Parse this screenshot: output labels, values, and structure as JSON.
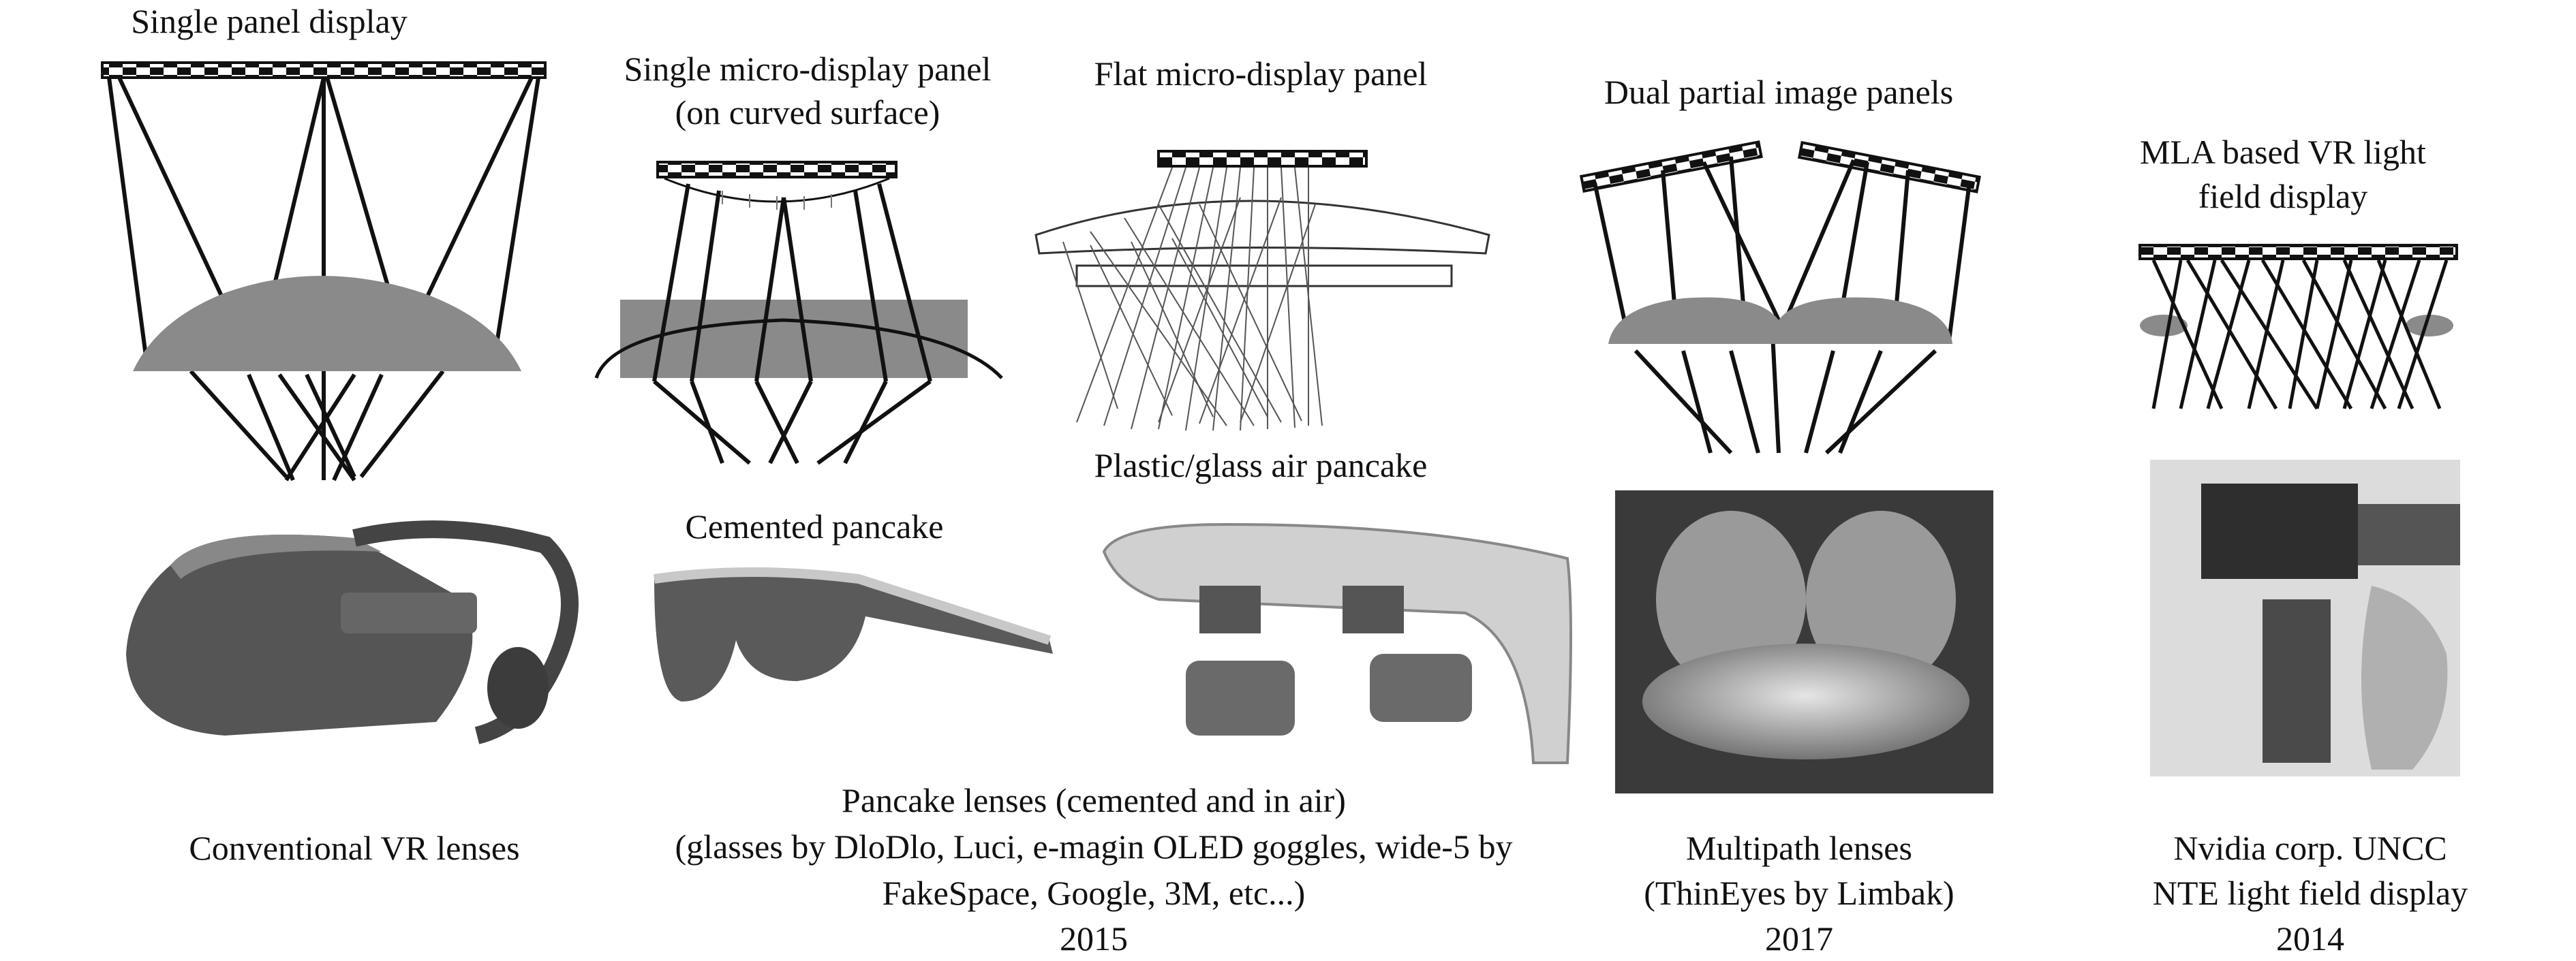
{
  "diagrams": {
    "single_panel": {
      "title": "Single panel display"
    },
    "curved_panel": {
      "title_line1": "Single micro-display panel",
      "title_line2": "(on curved surface)"
    },
    "flat_micro": {
      "title": "Flat micro-display panel"
    },
    "dual_panels": {
      "title": "Dual partial image panels"
    },
    "mla": {
      "title_line1": "MLA based VR light",
      "title_line2": "field display"
    }
  },
  "photos": {
    "cemented_title": "Cemented pancake",
    "air_title": "Plastic/glass air pancake"
  },
  "captions": {
    "conventional": "Conventional VR lenses",
    "pancake_line1": "Pancake lenses (cemented and in air)",
    "pancake_line2": "(glasses by DloDlo, Luci, e-magin OLED goggles, wide-5 by",
    "pancake_line3": "FakeSpace, Google, 3M, etc...)",
    "pancake_year": "2015",
    "multipath_line1": "Multipath lenses",
    "multipath_line2": "(ThinEyes by Limbak)",
    "multipath_year": "2017",
    "nvidia_line1": "Nvidia corp. UNCC",
    "nvidia_line2": "NTE light field display",
    "nvidia_year": "2014"
  },
  "colors": {
    "lens_gray": "#8a8a8a",
    "ink": "#111111",
    "photo_dark": "#4a4a4a",
    "photo_light": "#d8d8d8"
  }
}
